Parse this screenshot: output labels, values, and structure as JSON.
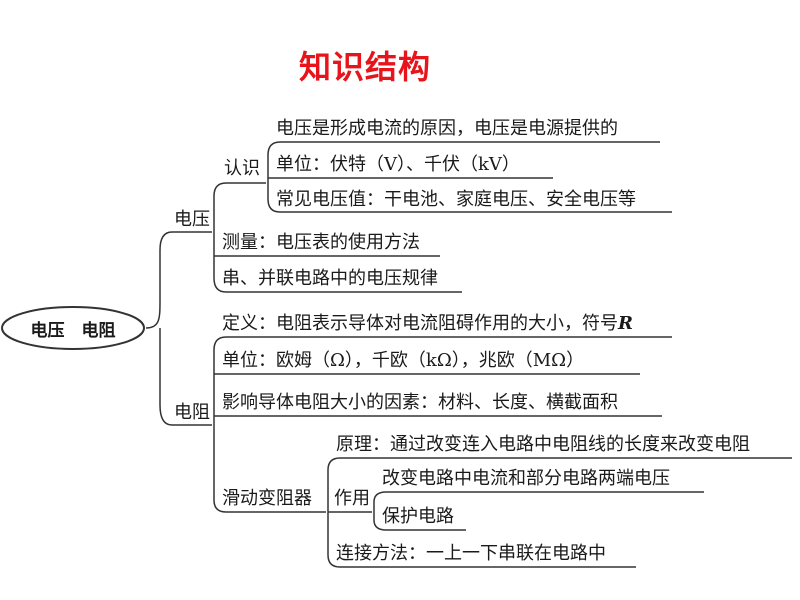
{
  "title": "知识结构",
  "root": "电压　电阻",
  "voltage": {
    "label": "电压",
    "recognize": {
      "label": "认识",
      "items": [
        "电压是形成电流的原因，电压是电源提供的",
        "单位：伏特（V）、千伏（kV）",
        "常见电压值：干电池、家庭电压、安全电压等"
      ]
    },
    "measure": "测量：电压表的使用方法",
    "law": "串、并联电路中的电压规律"
  },
  "resistance": {
    "label": "电阻",
    "definition": "定义：电阻表示导体对电流阻碍作用的大小，符号",
    "symbol": "R",
    "units": "单位：欧姆（Ω），千欧（kΩ），兆欧（MΩ）",
    "factors": "影响导体电阻大小的因素：材料、长度、横截面积",
    "rheostat": {
      "label": "滑动变阻器",
      "principle": "原理：通过改变连入电路中电阻线的长度来改变电阻",
      "function": {
        "label": "作用",
        "items": [
          "改变电路中电流和部分电路两端电压",
          "保护电路"
        ]
      },
      "connection": "连接方法：一上一下串联在电路中"
    }
  }
}
